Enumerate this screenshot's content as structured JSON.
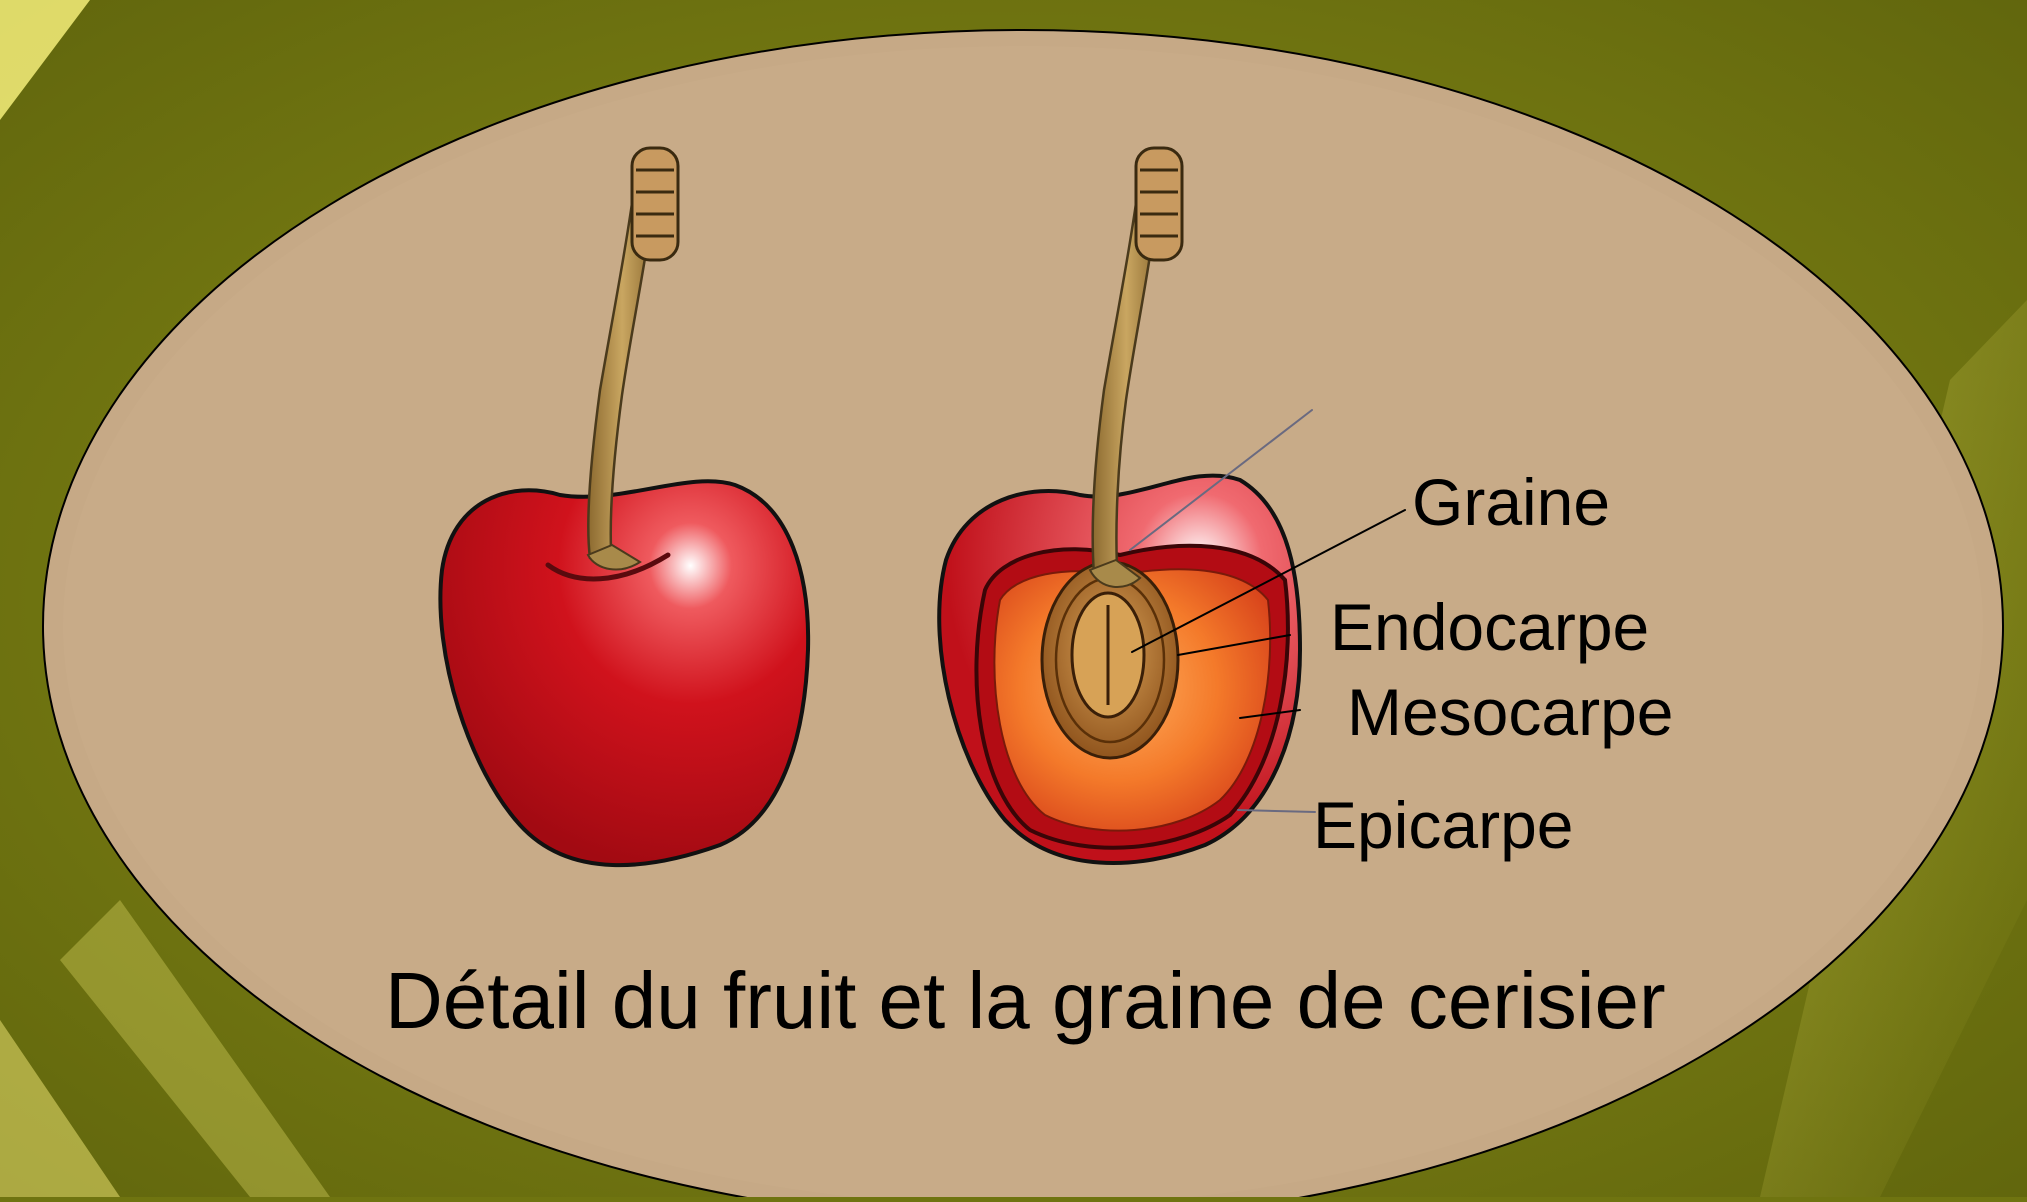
{
  "diagram": {
    "title": "Détail du fruit et la graine de cerisier",
    "labels": {
      "graine": "Graine",
      "endocarpe": "Endocarpe",
      "mesocarpe": "Mesocarpe",
      "epicarpe": "Epicarpe"
    }
  },
  "colors": {
    "background": "#6f7410",
    "oval": "#c6a986",
    "cherry_red": "#c8101a",
    "flesh_orange": "#f26a1a",
    "pit_brown": "#9a5a1c",
    "seed_tan": "#d7a256",
    "stem": "#b18e4e"
  }
}
